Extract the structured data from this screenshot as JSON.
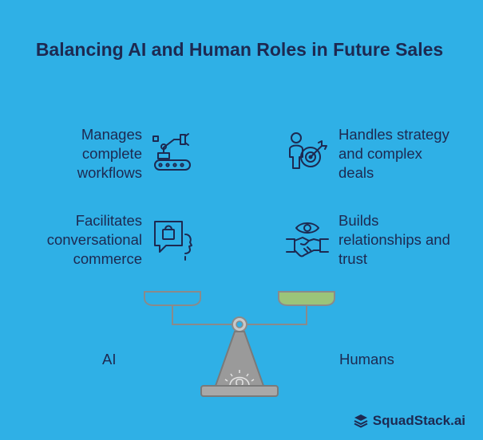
{
  "title": "Balancing AI and Human Roles in Future Sales",
  "items": {
    "ai_workflows": "Manages\ncomplete\nworkflows",
    "ai_commerce": "Facilitates\nconversational\ncommerce",
    "human_strategy": "Handles strategy\nand complex\ndeals",
    "human_relationships": "Builds\nrelationships and\ntrust"
  },
  "labels": {
    "ai": "AI",
    "humans": "Humans"
  },
  "brand": {
    "name": "SquadStack.ai"
  },
  "icons": {
    "robot_arm": "robot-arm-icon",
    "chat_bag": "chat-shopping-icon",
    "person_target": "person-target-icon",
    "handshake": "handshake-eye-icon",
    "brand": "stack-logo-icon"
  },
  "colors": {
    "background": "#2fb0e6",
    "ink": "#1d2951",
    "ai_pan": "#2fb0e6",
    "human_pan": "#9bc47a",
    "scale": "#8a8a8a"
  }
}
